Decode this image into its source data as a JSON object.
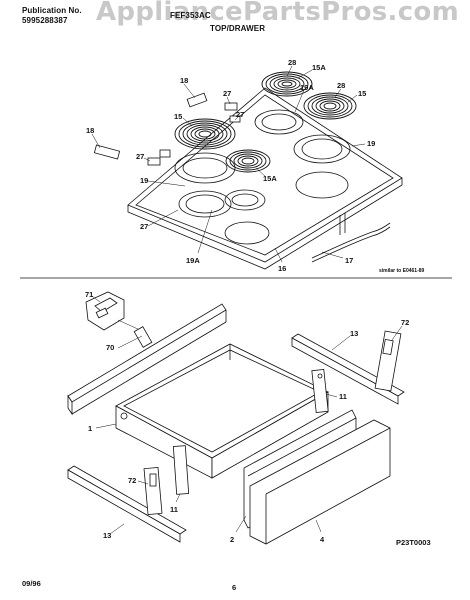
{
  "header": {
    "publication_label": "Publication No.",
    "publication_number": "5995288387",
    "model_fragment": "FEF353AC",
    "section_title": "TOP/DRAWER"
  },
  "watermark": "AppliancePartsPros.com",
  "callouts_top": [
    "28",
    "15A",
    "18",
    "27",
    "19A",
    "28",
    "15",
    "15",
    "27",
    "19",
    "18",
    "27",
    "19",
    "15A",
    "27",
    "19A",
    "16",
    "17"
  ],
  "note_top": "similar to E0461-89",
  "callouts_bottom": [
    "71",
    "70",
    "72",
    "13",
    "11",
    "1",
    "72",
    "11",
    "13",
    "2",
    "4"
  ],
  "figure_code": "P23T0003",
  "footer": {
    "date": "09/96",
    "page_number": "6"
  }
}
